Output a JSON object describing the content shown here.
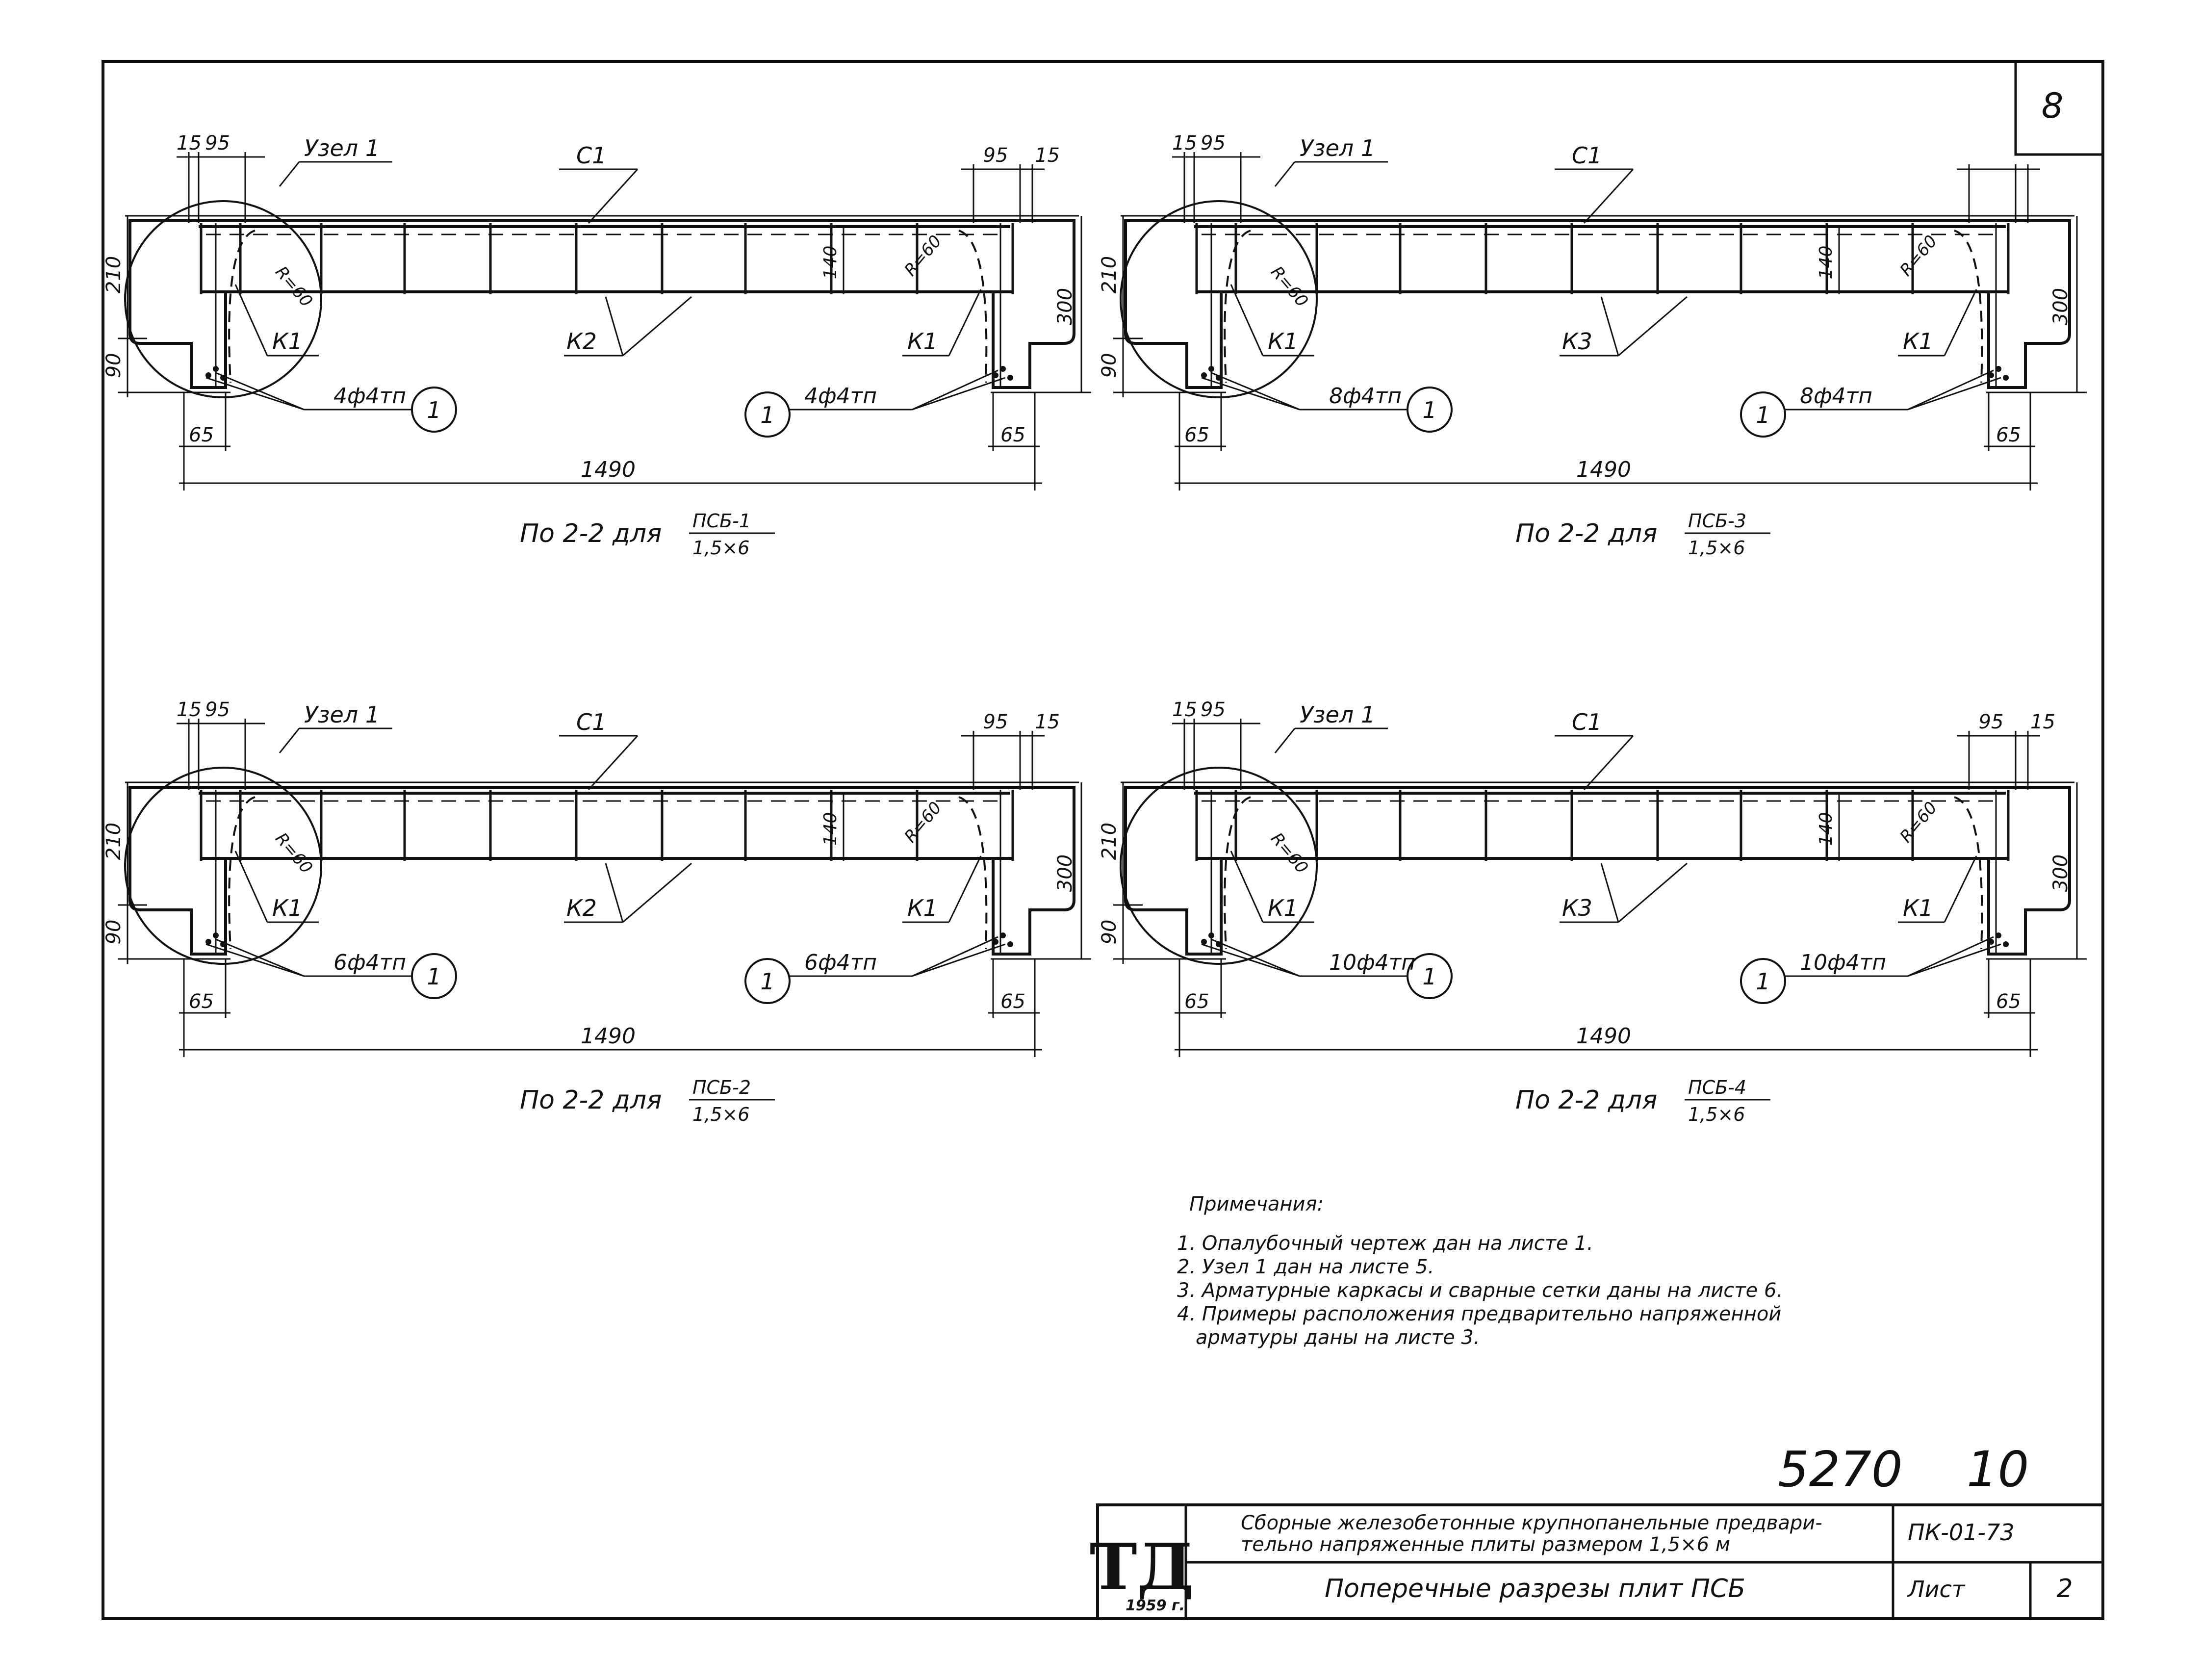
{
  "sheet_corner_number": "8",
  "sections": [
    {
      "caption_prefix": "По 2-2 для",
      "mark_top": "ПСБ-1",
      "mark_bottom": "1,5×6",
      "node_label": "Узел 1",
      "mesh_label": "С1",
      "left_frame_label": "К1",
      "middle_frame_label": "К2",
      "right_frame_label": "К1",
      "left_bars": "4ф4тп",
      "right_bars": "4ф4тп",
      "bar_position": "1",
      "radius_left": "R=60",
      "radius_right": "R=60",
      "dims": {
        "d15l": "15",
        "d95l": "95",
        "d95r": "95",
        "d15r": "15",
        "d210": "210",
        "d90": "90",
        "d140": "140",
        "d300": "300",
        "d65l": "65",
        "d65r": "65",
        "d1490": "1490"
      }
    },
    {
      "caption_prefix": "По 2-2 для",
      "mark_top": "ПСБ-3",
      "mark_bottom": "1,5×6",
      "node_label": "Узел 1",
      "mesh_label": "С1",
      "left_frame_label": "К1",
      "middle_frame_label": "К3",
      "right_frame_label": "К1",
      "left_bars": "8ф4тп",
      "right_bars": "8ф4тп",
      "bar_position": "1",
      "radius_left": "R=60",
      "radius_right": "R=60",
      "dims": {
        "d15l": "15",
        "d95l": "95",
        "d95r": "",
        "d15r": "",
        "d210": "210",
        "d90": "90",
        "d140": "140",
        "d300": "300",
        "d65l": "65",
        "d65r": "65",
        "d1490": "1490"
      }
    },
    {
      "caption_prefix": "По 2-2 для",
      "mark_top": "ПСБ-2",
      "mark_bottom": "1,5×6",
      "node_label": "Узел 1",
      "mesh_label": "С1",
      "left_frame_label": "К1",
      "middle_frame_label": "К2",
      "right_frame_label": "К1",
      "left_bars": "6ф4тп",
      "right_bars": "6ф4тп",
      "bar_position": "1",
      "radius_left": "R=60",
      "radius_right": "R=60",
      "dims": {
        "d15l": "15",
        "d95l": "95",
        "d95r": "95",
        "d15r": "15",
        "d210": "210",
        "d90": "90",
        "d140": "140",
        "d300": "300",
        "d65l": "65",
        "d65r": "65",
        "d1490": "1490"
      }
    },
    {
      "caption_prefix": "По 2-2 для",
      "mark_top": "ПСБ-4",
      "mark_bottom": "1,5×6",
      "node_label": "Узел 1",
      "mesh_label": "С1",
      "left_frame_label": "К1",
      "middle_frame_label": "К3",
      "right_frame_label": "К1",
      "left_bars": "10ф4тп",
      "right_bars": "10ф4тп",
      "bar_position": "1",
      "radius_left": "R=60",
      "radius_right": "R=60",
      "dims": {
        "d15l": "15",
        "d95l": "95",
        "d95r": "95",
        "d15r": "15",
        "d210": "210",
        "d90": "90",
        "d140": "140",
        "d300": "300",
        "d65l": "65",
        "d65r": "65",
        "d1490": "1490"
      }
    }
  ],
  "notes": {
    "title": "Примечания:",
    "items": [
      "1. Опалубочный чертеж дан на листе 1.",
      "2. Узел 1 дан на листе 5.",
      "3. Арматурные каркасы и сварные сетки даны на листе 6.",
      "4. Примеры расположения предварительно напряженной",
      "арматуры даны на листе 3."
    ]
  },
  "archive_number": "5270",
  "archive_sheet": "10",
  "title_block": {
    "logo": "ТД",
    "year": "1959 г.",
    "description_line1": "Сборные железобетонные крупнопанельные предвари-",
    "description_line2": "тельно напряженные плиты размером 1,5×6 м",
    "sheet_title": "Поперечные разрезы плит ПСБ",
    "code": "ПК-01-73",
    "sheet_label": "Лист",
    "sheet_number": "2"
  }
}
